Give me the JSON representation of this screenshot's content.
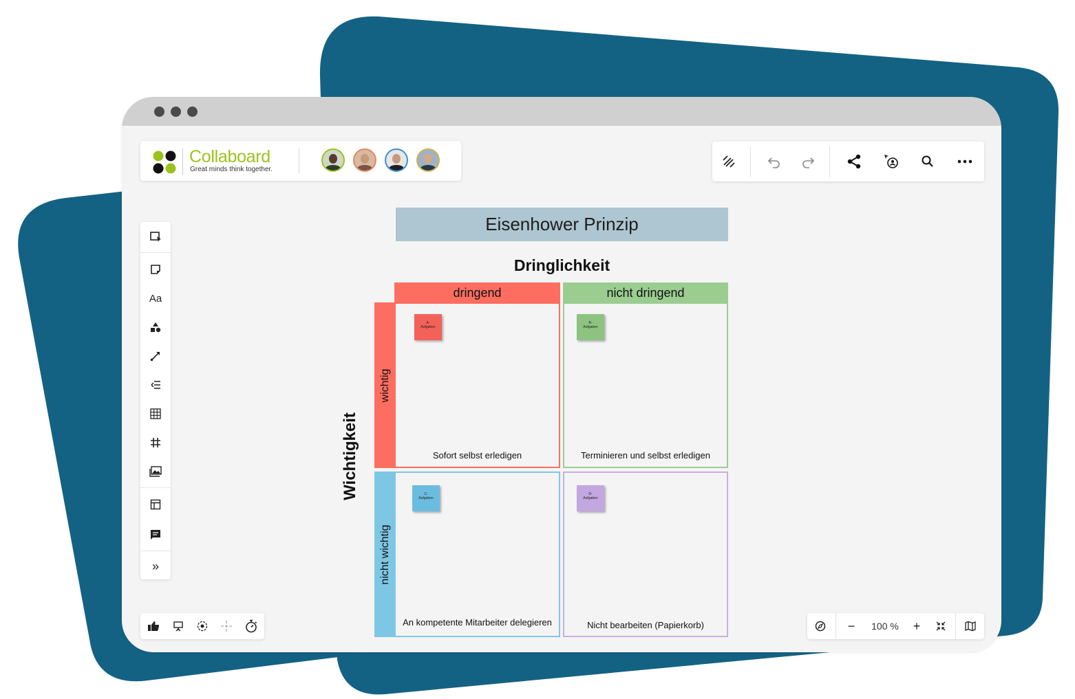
{
  "colors": {
    "backdrop": "#146283",
    "window_bg": "#f4f4f4",
    "titlebar": "#d0d0d0",
    "brand_green": "#9cc31c",
    "title_banner": "#adc6d1",
    "urgent_red": "#fd6e61",
    "not_urgent_green": "#9bcd91",
    "not_important_blue": "#7ec7e4",
    "quad_d_purple": "#c9aee0"
  },
  "app": {
    "name": "Collaboard",
    "tagline": "Great minds think together."
  },
  "avatars": [
    {
      "name": "avatar-1"
    },
    {
      "name": "avatar-2"
    },
    {
      "name": "avatar-3"
    },
    {
      "name": "avatar-4"
    }
  ],
  "toolbar": {
    "icons": [
      "pen-icon",
      "undo-icon",
      "redo-icon",
      "share-icon",
      "follow-user-icon",
      "search-icon",
      "more-icon"
    ]
  },
  "left_toolbar": {
    "text_tool_label": "Aa",
    "expand_label": "»"
  },
  "zoom": {
    "level": "100 %",
    "minus": "−",
    "plus": "+"
  },
  "board": {
    "title": "Eisenhower Prinzip",
    "x_axis": "Dringlichkeit",
    "y_axis": "Wichtigkeit",
    "columns": [
      "dringend",
      "nicht dringend"
    ],
    "rows": [
      "wichtig",
      "nicht wichtig"
    ],
    "quadrants": [
      {
        "caption": "Sofort selbst erledigen",
        "note": "A-\nAufgaben"
      },
      {
        "caption": "Terminieren und selbst erledigen",
        "note": "B-\nAufgaben"
      },
      {
        "caption": "An kompetente Mitarbeiter delegieren",
        "note": "C-\nAufgaben"
      },
      {
        "caption": "Nicht bearbeiten (Papierkorb)",
        "note": "D-\nAufgaben"
      }
    ]
  }
}
